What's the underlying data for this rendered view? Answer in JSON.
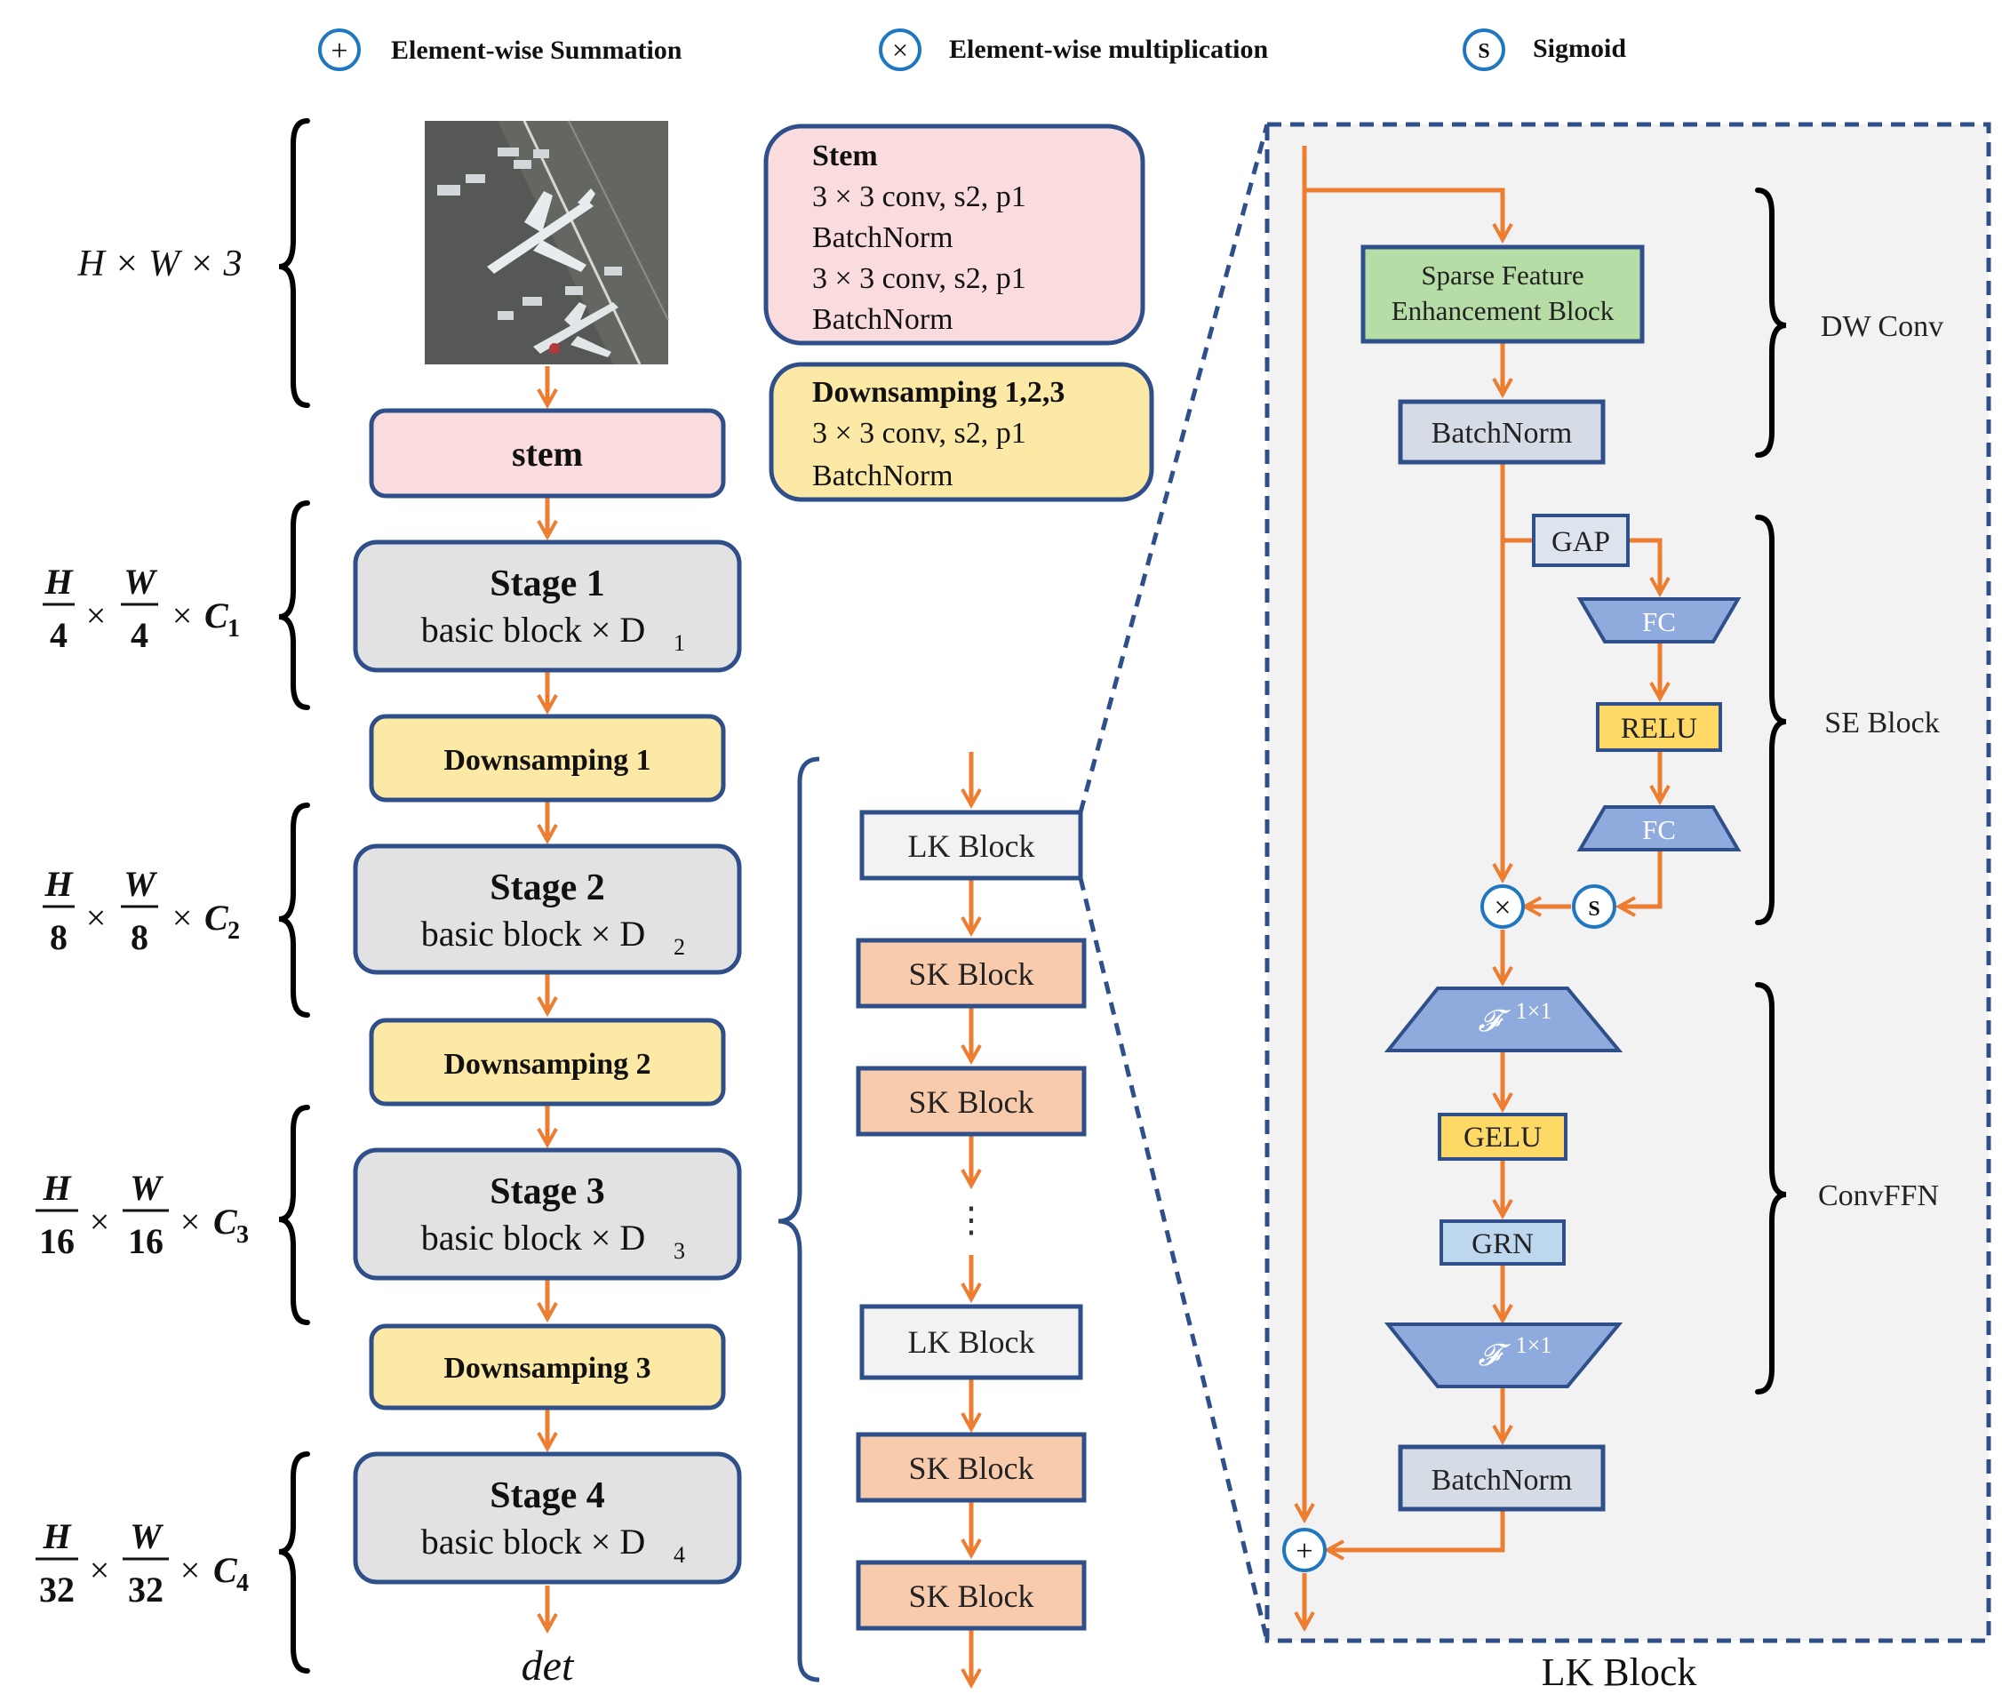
{
  "legend": {
    "sum_symbol": "+",
    "sum_label": "Element-wise Summation",
    "mul_symbol": "×",
    "mul_label": "Element-wise multiplication",
    "sig_symbol": "S",
    "sig_label": "Sigmoid"
  },
  "dims": {
    "input": "H × W × 3",
    "stage1": {
      "h": "H",
      "hd": "4",
      "w": "W",
      "wd": "4",
      "c": "C",
      "sub": "1"
    },
    "stage2": {
      "h": "H",
      "hd": "8",
      "w": "W",
      "wd": "8",
      "c": "C",
      "sub": "2"
    },
    "stage3": {
      "h": "H",
      "hd": "16",
      "w": "W",
      "wd": "16",
      "c": "C",
      "sub": "3"
    },
    "stage4": {
      "h": "H",
      "hd": "32",
      "w": "W",
      "wd": "32",
      "c": "C",
      "sub": "4"
    },
    "times": "×"
  },
  "pipeline": {
    "stem": "stem",
    "stages": [
      {
        "title": "Stage 1",
        "desc": "basic block × D",
        "sub": "1"
      },
      {
        "title": "Stage 2",
        "desc": "basic block × D",
        "sub": "2"
      },
      {
        "title": "Stage 3",
        "desc": "basic block × D",
        "sub": "3"
      },
      {
        "title": "Stage 4",
        "desc": "basic block × D",
        "sub": "4"
      }
    ],
    "downsamples": [
      "Downsamping 1",
      "Downsamping 2",
      "Downsamping 3"
    ],
    "output": "det"
  },
  "stem_detail": {
    "title": "Stem",
    "lines": [
      "3 × 3 conv, s2, p1",
      "BatchNorm",
      "3 × 3 conv, s2, p1",
      "BatchNorm"
    ]
  },
  "down_detail": {
    "title": "Downsamping 1,2,3",
    "lines": [
      "3 × 3 conv, s2, p1",
      "BatchNorm"
    ]
  },
  "basic_block": {
    "items": [
      "LK Block",
      "SK Block",
      "SK Block",
      "LK Block",
      "SK Block",
      "SK Block"
    ],
    "ellipsis": "⋮"
  },
  "lk_block": {
    "title": "LK Block",
    "sfeb": [
      "Sparse Feature",
      "Enhancement Block"
    ],
    "bn1": "BatchNorm",
    "gap": "GAP",
    "fc1": "FC",
    "relu": "RELU",
    "fc2": "FC",
    "f1": "𝓕",
    "f1_sup": "1×1",
    "gelu": "GELU",
    "grn": "GRN",
    "f2": "𝓕",
    "f2_sup": "1×1",
    "bn2": "BatchNorm",
    "groups": [
      "DW Conv",
      "SE Block",
      "ConvFFN"
    ]
  },
  "colors": {
    "arrow": "#ED7D31",
    "border": "#2F4F8A",
    "stem_fill": "#FADBDE",
    "down_fill": "#FDE9A6",
    "stage_fill": "#E2E2E2",
    "sk_fill": "#F8CBAD",
    "lk_fill": "#F2F2F2",
    "sfeb_fill": "#B5DDA5",
    "bn_fill": "#D6DCE5",
    "fc_fill": "#8FAADC",
    "relu_fill": "#FFD966",
    "grn_fill": "#BDD7EE",
    "panel_fill": "#F2F2F2"
  }
}
